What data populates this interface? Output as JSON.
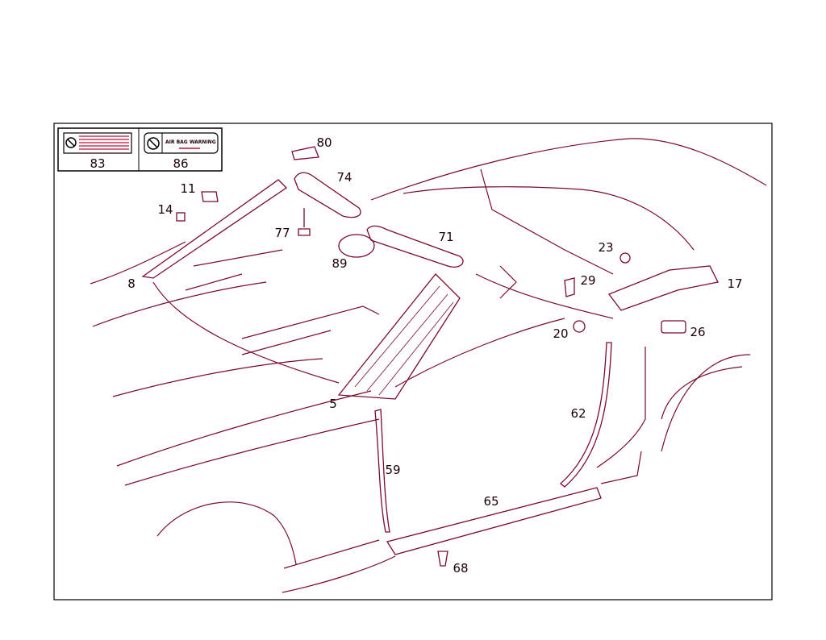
{
  "line_color": "#7a0a2a",
  "legend_box": {
    "items": [
      {
        "number": "83",
        "icon": "prohibition-label-icon"
      },
      {
        "number": "86",
        "icon": "prohibition-label-icon",
        "text": "AIR BAG WARNING"
      }
    ]
  },
  "callouts": [
    "80",
    "74",
    "11",
    "14",
    "77",
    "71",
    "89",
    "23",
    "8",
    "29",
    "17",
    "20",
    "26",
    "5",
    "62",
    "59",
    "65",
    "68"
  ]
}
